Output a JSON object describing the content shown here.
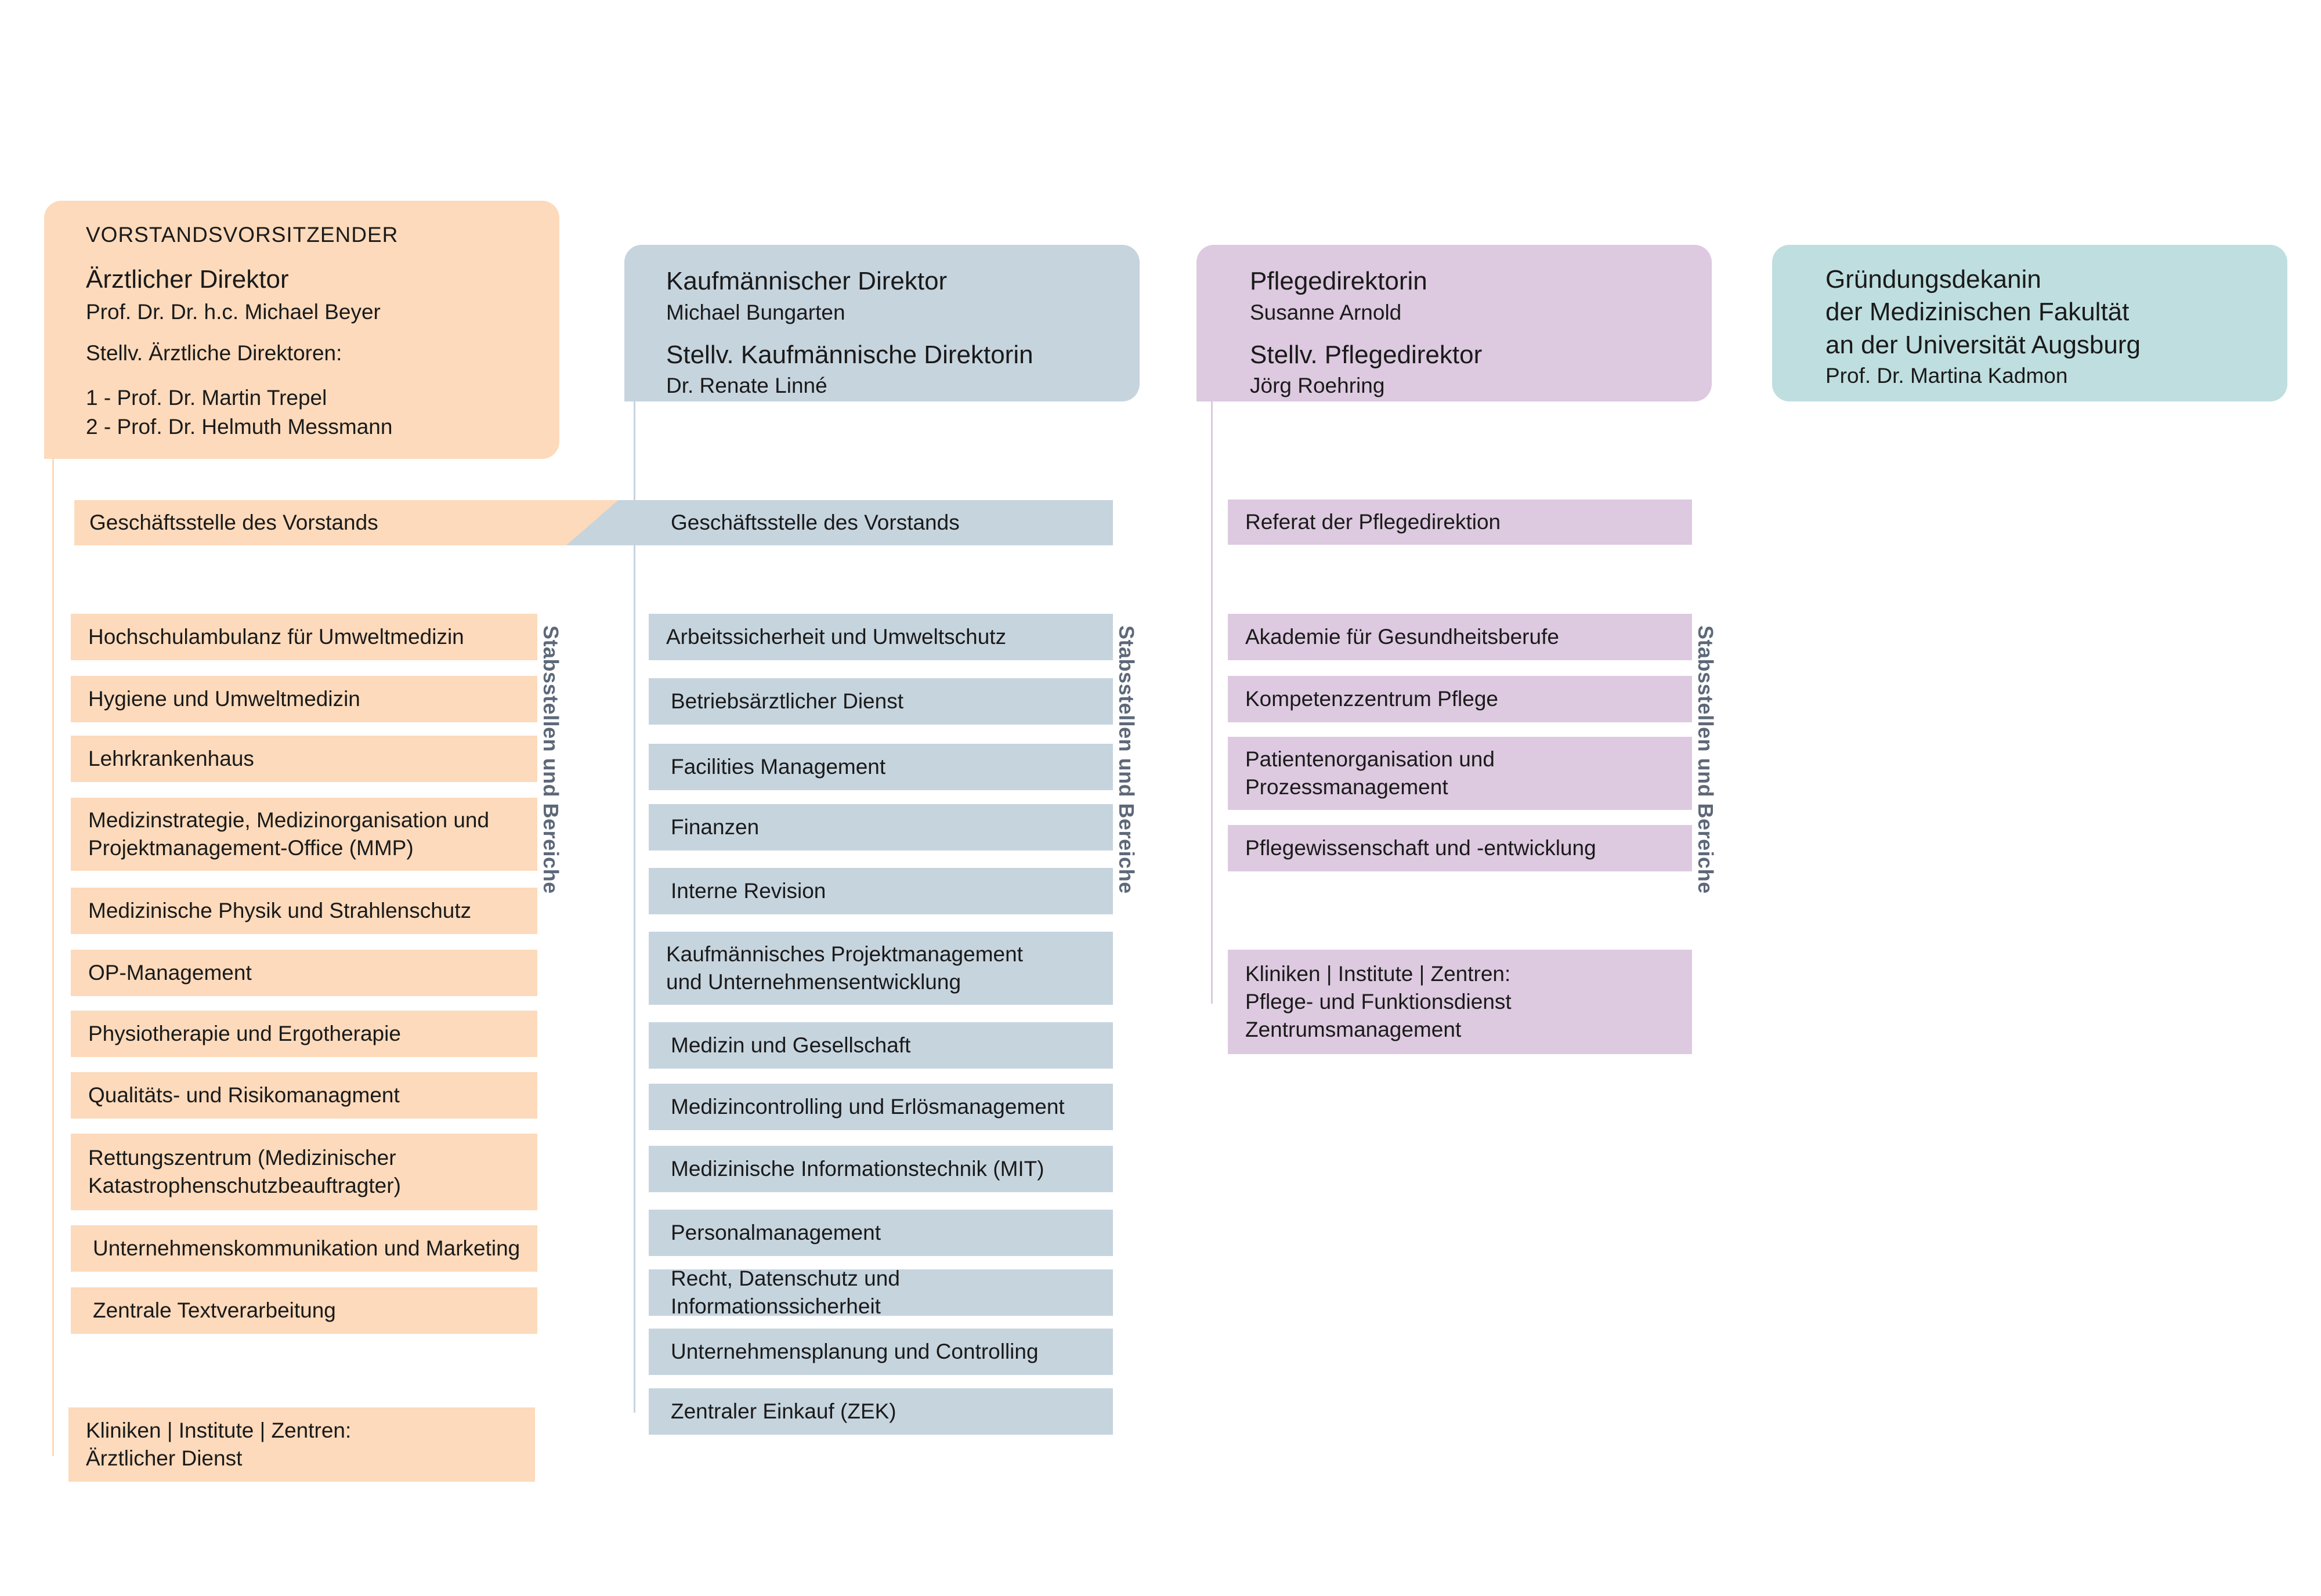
{
  "colors": {
    "orange": "#fcdabb",
    "blue": "#c6d4de",
    "purple": "#ddc9e0",
    "teal": "#bfdee0",
    "side_label": "#5d6878"
  },
  "columns": {
    "vorstand": {
      "top_label": "VORSTANDSVORSITZENDER",
      "title": "Ärztlicher Direktor",
      "name": "Prof. Dr. Dr. h.c. Michael Beyer",
      "deputies_label": "Stellv. Ärztliche Direktoren:",
      "deputies": "1 - Prof. Dr. Martin Trepel\n2 - Prof. Dr. Helmuth Messmann",
      "office": "Geschäftsstelle des Vorstands",
      "side_label": "Stabsstellen und Bereiche",
      "units": [
        "Hochschulambulanz für Umweltmedizin",
        "Hygiene und Umweltmedizin",
        "Lehrkrankenhaus",
        "Medizinstrategie, Medizinorganisation und\nProjektmanagement-Office (MMP)",
        "Medizinische Physik und Strahlenschutz",
        "OP-Management",
        "Physiotherapie und Ergotherapie",
        "Qualitäts- und Risikomanagment",
        "Rettungszentrum (Medizinischer\nKatastrophenschutzbeauftragter)",
        "Unternehmenskommunikation und Marketing",
        "Zentrale Textverarbeitung"
      ],
      "clinics": "Kliniken | Institute | Zentren:\nÄrztlicher Dienst"
    },
    "kaufm": {
      "title": "Kaufmännischer Direktor",
      "name": "Michael Bungarten",
      "deputy_title": "Stellv. Kaufmännische Direktorin",
      "deputy_name": "Dr. Renate Linné",
      "office": "Geschäftsstelle des Vorstands",
      "side_label": "Stabsstellen und Bereiche",
      "units": [
        "Arbeitssicherheit und Umweltschutz",
        "Betriebsärztlicher Dienst",
        "Facilities Management",
        "Finanzen",
        "Interne Revision",
        "Kaufmännisches Projektmanagement\nund Unternehmensentwicklung",
        "Medizin und Gesellschaft",
        "Medizincontrolling und Erlösmanagement",
        "Medizinische Informationstechnik (MIT)",
        "Personalmanagement",
        "Recht, Datenschutz und Informationssicherheit",
        "Unternehmensplanung und Controlling",
        "Zentraler Einkauf (ZEK)"
      ]
    },
    "pflege": {
      "title": "Pflegedirektorin",
      "name": "Susanne Arnold",
      "deputy_title": "Stellv. Pflegedirektor",
      "deputy_name": "Jörg Roehring",
      "office": "Referat der Pflegedirektion",
      "side_label": "Stabsstellen und Bereiche",
      "units": [
        "Akademie für Gesundheitsberufe",
        "Kompetenzzentrum Pflege",
        "Patientenorganisation und\nProzessmanagement",
        "Pflegewissenschaft und -entwicklung"
      ],
      "clinics": "Kliniken | Institute | Zentren:\nPflege- und Funktionsdienst\nZentrumsmanagement"
    },
    "dekanat": {
      "title": "Gründungsdekanin\nder Medizinischen Fakultät\nan der Universität Augsburg",
      "name": "Prof. Dr. Martina Kadmon"
    }
  }
}
